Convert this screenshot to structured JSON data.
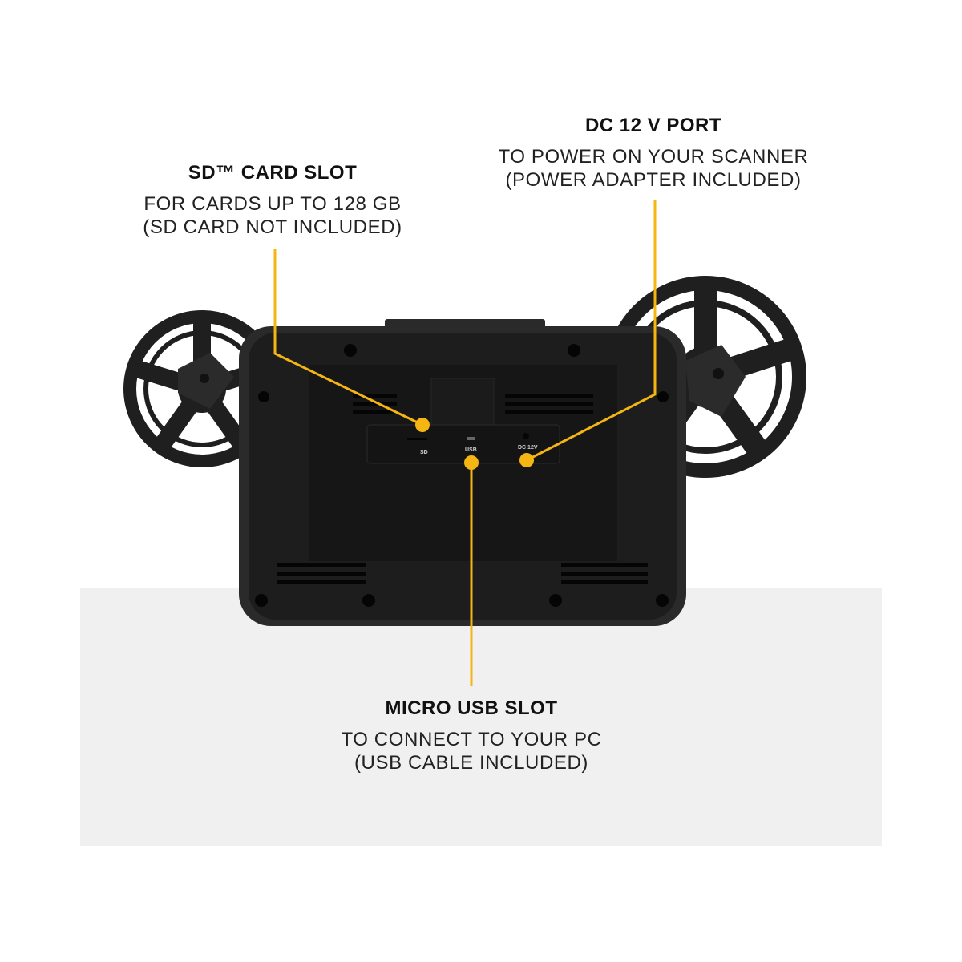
{
  "callouts": {
    "sd": {
      "title": "SD™ CARD SLOT",
      "lines": [
        "FOR CARDS UP TO 128 GB",
        "(SD CARD NOT INCLUDED)"
      ]
    },
    "dc": {
      "title": "DC 12 V PORT",
      "lines": [
        "TO POWER ON YOUR SCANNER",
        "(POWER ADAPTER INCLUDED)"
      ]
    },
    "usb": {
      "title": "MICRO USB SLOT",
      "lines": [
        "TO CONNECT TO YOUR PC",
        "(USB CABLE INCLUDED)"
      ]
    }
  },
  "device_labels": {
    "sd": "SD",
    "usb": "USB",
    "dc": "DC 12V"
  },
  "colors": {
    "accent": "#f5b512",
    "body": "#232323",
    "floor": "#f0f0f0"
  }
}
